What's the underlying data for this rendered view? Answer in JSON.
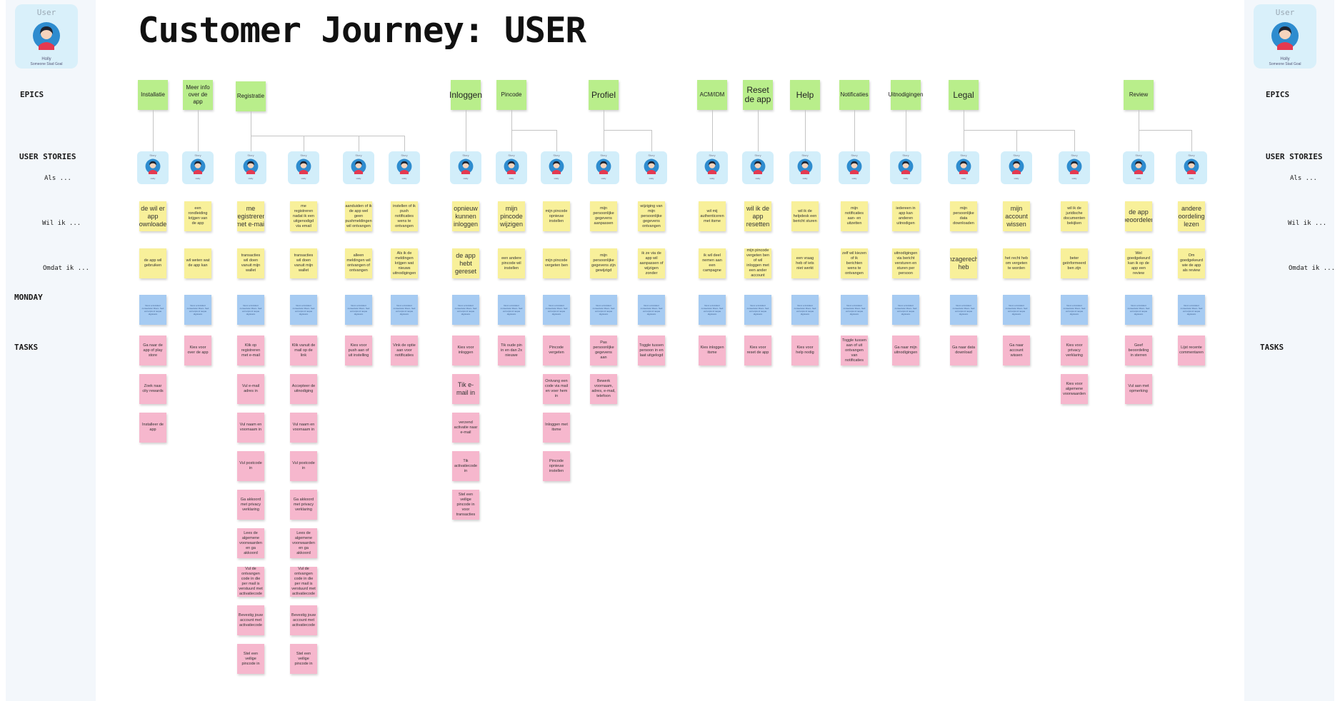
{
  "title": "Customer Journey: USER",
  "persona": {
    "label": "User",
    "name": "Holly",
    "subtitle": "Someone Stad Goal"
  },
  "row_labels": {
    "epics": "EPICS",
    "user_stories": "USER STORIES",
    "als": "Als ...",
    "wil_ik": "Wil ik ...",
    "omdat_ik": "Omdat ik ...",
    "monday": "MONDAY",
    "tasks": "TASKS"
  },
  "colors": {
    "epic": "#b9ee8b",
    "story_card": "#d2eefa",
    "yellow": "#f8f09a",
    "blue": "#a6cbf2",
    "pink": "#f6b7cd",
    "connector": "#c4c4c4"
  },
  "icons": {
    "avatar": "person-avatar-icon"
  },
  "story_card": {
    "label": "Story",
    "name": "Holly",
    "subtitle": "Someone Stad Goal"
  },
  "blue_note_text": "Nunc a tincidunt consectetur libero. Sed vel turpis id neque dignissim",
  "columns": [
    {
      "epic": "Installatie",
      "wil": "de wil er app downloaden",
      "omdat": "de app wil gebruiken",
      "tasks": [
        "Ga naar de app of play store",
        "Zoek naar city rewards",
        "Installeer de app"
      ]
    },
    {
      "epic": "Meer info over de app",
      "wil": "een rondleiding krijgen van de app",
      "omdat": "wil weten wat de app kan",
      "tasks": [
        "Kies voor over de app"
      ]
    },
    {
      "epic": "Registratie",
      "wil": "me registreren met e-mail",
      "omdat": "transacties wil doen vanuit mijn wallet",
      "tasks": [
        "Klik op registreren met e-mail",
        "Vul e-mail adres in",
        "Vul naam en voornaam in",
        "Vul postcode in",
        "Ga akkoord met privacy verklaring",
        "Lees de algemene voorwaarden en ga akkoord",
        "Vul de ontvangen code in die per mail is verstuurd met activatiecode",
        "Bevestig jouw account met activatiecode",
        "Stel een veilige pincode in"
      ]
    },
    {
      "epic": "",
      "wil": "me registreren nadat ik een uitgenodigd via email",
      "omdat": "transacties wil doen vanuit mijn wallet",
      "tasks": [
        "Klik vanuit de mail op de link",
        "Accepteer de uitnodiging",
        "Vul naam en voornaam in",
        "Vul postcode in",
        "Ga akkoord met privacy verklaring",
        "Lees de algemene voorwaarden en ga akkoord",
        "Vul de ontvangen code in die per mail is verstuurd met activatiecode",
        "Bevestig jouw account met activatiecode",
        "Stel een veilige pincode in"
      ]
    },
    {
      "epic": "",
      "wil": "aanduiden of ik de app wel geen pushmeldingen wil ontvangen",
      "omdat": "alleen meldingen wil ontvangen of ontvangen",
      "tasks": [
        "Kies voor push aan of uit instelling"
      ]
    },
    {
      "epic": "",
      "wil": "instellen of ik push notificaties wens te ontvangen",
      "omdat": "Als ik de meldingen krijgen wat nieuws uitnodigingen",
      "tasks": [
        "Vink de optie aan voor notificaties"
      ]
    },
    {
      "epic": "Inloggen",
      "wil": "opnieuw kunnen inloggen",
      "omdat": "de app hebt gereset",
      "tasks": [
        "Kies voor inloggen",
        "Tik e-mail in",
        "verzend activatie naar e-mail",
        "Tik activatiecode in",
        "Stel een veilige pincode in voor transacties"
      ]
    },
    {
      "epic": "Pincode",
      "wil": "mijn pincode wijzigen",
      "omdat": "een andere pincode wil instellen",
      "tasks": [
        "Tik oude pin in en dan 2x nieuwe"
      ]
    },
    {
      "epic": "",
      "wil": "mijn pincode opnieuw instellen",
      "omdat": "mijn pincode vergeten ben",
      "tasks": [
        "Pincode vergeten",
        "Ontvang een code via mail en voer hem in",
        "Inloggen met itsme",
        "Pincode opnieuw instellen"
      ]
    },
    {
      "epic": "Profiel",
      "wil": "mijn persoonlijke gegevens aanpassen",
      "omdat": "mijn persoonlijke gegevens zijn gewijzigd",
      "tasks": [
        "Pas persoonlijke gegevens aan",
        "Bewerk voornaam, adres, e-mail, telefoon"
      ]
    },
    {
      "epic": "",
      "wil": "wijziging van mijn persoonlijke gegevens ontvangen",
      "omdat": "ik ze via de app wil aanpassen of wijzigen zonder",
      "tasks": [
        "Toggle tussen persoon in en laat uitgelogd"
      ]
    },
    {
      "epic": "ACM/IDM",
      "wil": "wil mij authenticeren met itsme",
      "omdat": "ik wil deel nemen aan een campagne",
      "tasks": [
        "Kies inloggen itsme"
      ]
    },
    {
      "epic": "Reset de app",
      "wil": "wil ik de app resetten",
      "omdat": "mijn pincode vergeten ben of wil inloggen met een ander account",
      "tasks": [
        "Kies voor reset de app"
      ]
    },
    {
      "epic": "Help",
      "wil": "wil ik de helpdesk een bericht sturen",
      "omdat": "een vraag heb of iets niet werkt",
      "tasks": [
        "Kies voor help nodig"
      ]
    },
    {
      "epic": "Notificaties",
      "wil": "mijn notificaties aan- en uitzetten",
      "omdat": "zelf wil kiezen of ik berichten wens te ontvangen",
      "tasks": [
        "Toggle tussen aan of uit ontvangen van notificaties"
      ]
    },
    {
      "epic": "Uitnodigingen",
      "wil": "iedereen in app kan anderen uitnodigen",
      "omdat": "uitnodigingen via bericht versturen en sturen per persoon",
      "tasks": [
        "Ga naar mijn uitnodigingen"
      ]
    },
    {
      "epic": "Legal",
      "wil": "mijn persoonlijke data downloaden",
      "omdat": "inzagerecht heb",
      "tasks": [
        "Ga naar data download"
      ]
    },
    {
      "epic": "",
      "wil": "mijn account wissen",
      "omdat": "het recht heb om vergeten te worden",
      "tasks": [
        "Ga naar account wissen"
      ]
    },
    {
      "epic": "",
      "wil": "wil ik de juridische documenten bekijken",
      "omdat": "beter geïnformeerd ben zijn",
      "tasks": [
        "Kies voor privacy verklaring",
        "Kies voor algemene voorwaarden"
      ]
    },
    {
      "epic": "Review",
      "wil": "de app beoordelen",
      "omdat": "Wel goedgekeurd kan ik op de app een review",
      "tasks": [
        "Geef beoordeling in sterren",
        "Vul aan met opmerking"
      ]
    },
    {
      "epic": "",
      "wil": "andere beoordelingen lezen",
      "omdat": "Om goedgekeurd wie de app als review",
      "tasks": [
        "Lijst recente commentaren"
      ]
    }
  ]
}
